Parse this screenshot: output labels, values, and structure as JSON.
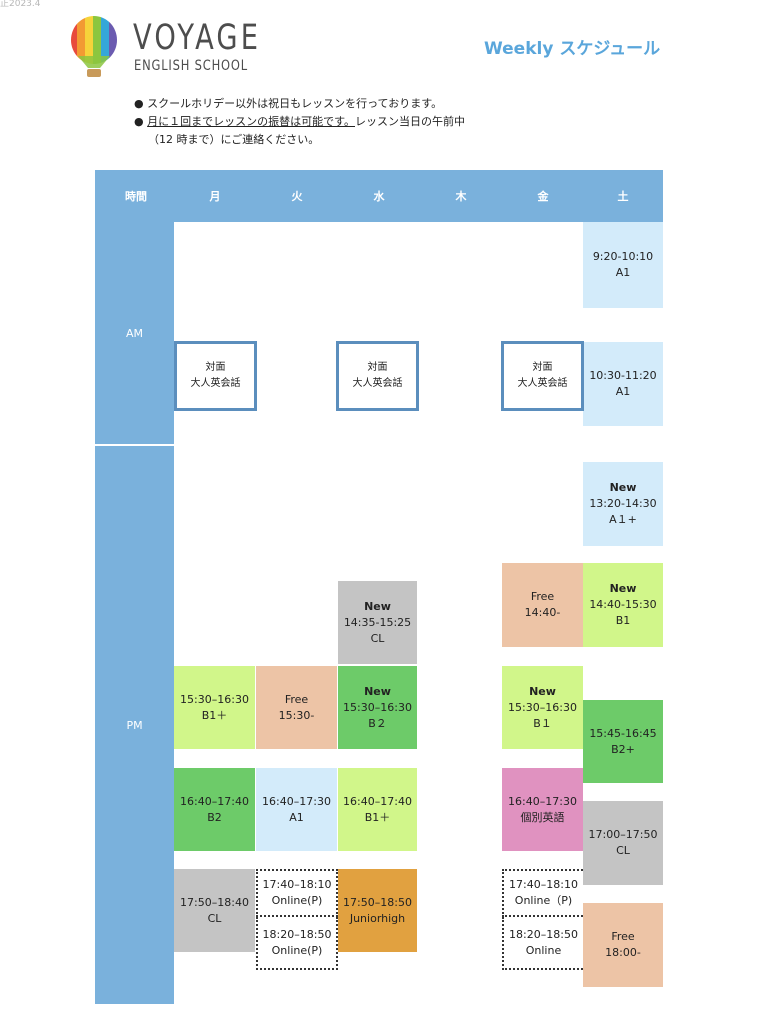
{
  "corner_mark": "正2023.4",
  "brand": {
    "name": "VOYAGE",
    "subtitle": "ENGLISH SCHOOL"
  },
  "page_title": "Weekly スケジュール",
  "notes": {
    "bullet": "●",
    "line1": "スクールホリデー以外は祝日もレッスンを行っております。",
    "line2_underlined": "月に１回までレッスンの振替は可能です。",
    "line2_rest": "レッスン当日の午前中",
    "line3": "（12 時まで）にご連絡ください。"
  },
  "header": [
    "時間",
    "月",
    "火",
    "水",
    "木",
    "金",
    "土"
  ],
  "periods": {
    "am": "AM",
    "pm": "PM"
  },
  "cells": {
    "sat_am1": [
      "9:20-10:10",
      "A1"
    ],
    "sat_am2": [
      "10:30-11:20",
      "A1"
    ],
    "mon_am": [
      "対面",
      "大人英会話"
    ],
    "wed_am": [
      "対面",
      "大人英会話"
    ],
    "fri_am": [
      "対面",
      "大人英会話"
    ],
    "sat_pm1": [
      "New",
      "13:20-14:30",
      "A１+"
    ],
    "wed_pm1": [
      "New",
      "14:35-15:25",
      "CL"
    ],
    "fri_pm1": [
      "Free",
      "14:40-"
    ],
    "sat_pm2": [
      "New",
      "14:40-15:30",
      "B1"
    ],
    "mon_pm1": [
      "15:30–16:30",
      "B1＋"
    ],
    "tue_pm1": [
      "Free",
      "15:30-"
    ],
    "wed_pm2": [
      "New",
      "15:30–16:30",
      "B２"
    ],
    "fri_pm2": [
      "New",
      "15:30–16:30",
      "B１"
    ],
    "sat_pm3": [
      "15:45-16:45",
      "B2+"
    ],
    "mon_pm2": [
      "16:40–17:40",
      "B2"
    ],
    "tue_pm2": [
      "16:40–17:30",
      "A1"
    ],
    "wed_pm3": [
      "16:40–17:40",
      "B1＋"
    ],
    "fri_pm3": [
      "16:40–17:30",
      "個別英語"
    ],
    "sat_pm4": [
      "17:00–17:50",
      "CL"
    ],
    "mon_pm3": [
      "17:50–18:40",
      "CL"
    ],
    "tue_pm3": [
      "17:40–18:10",
      "Online(P)"
    ],
    "tue_pm4": [
      "18:20–18:50",
      "Online(P)"
    ],
    "wed_pm4": [
      "17:50–18:50",
      "Juniorhigh"
    ],
    "fri_pm4": [
      "17:40–18:10",
      "Online（P)"
    ],
    "fri_pm5": [
      "18:20–18:50",
      "Online"
    ],
    "sat_pm5": [
      "Free",
      "18:00-"
    ]
  },
  "colors": {
    "header_blue": "#7ab1dc",
    "title_blue": "#5aa6db",
    "light_blue": "#d3ebfa",
    "light_green": "#d1f68a",
    "green": "#6dcb69",
    "gray": "#c4c4c4",
    "peach": "#edc4a6",
    "pink": "#e092c0",
    "orange": "#e1a140"
  }
}
